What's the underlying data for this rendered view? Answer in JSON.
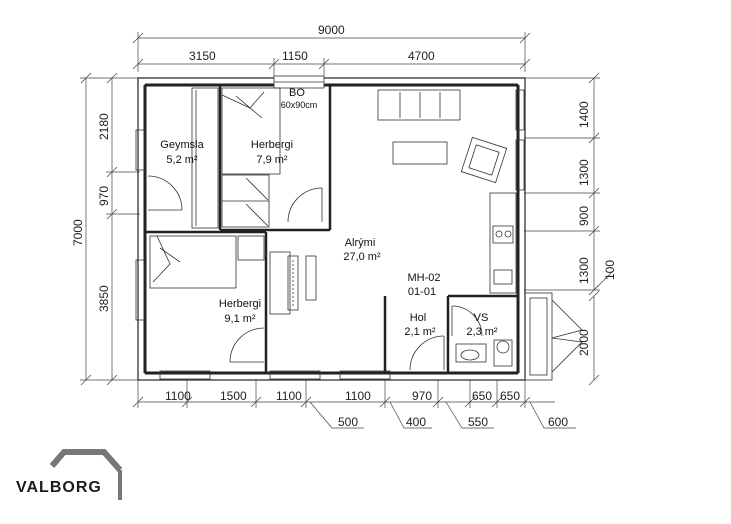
{
  "dimensions": {
    "top_total": "9000",
    "top_segments": [
      "3150",
      "1150",
      "4700"
    ],
    "left_total": "7000",
    "left_segments": [
      "2180",
      "970",
      "3850"
    ],
    "right_segments": [
      "1400",
      "1300",
      "900",
      "1300"
    ],
    "right_extra": [
      "100",
      "2000"
    ],
    "bottom_segments": [
      "1100",
      "1500",
      "1100",
      "1100",
      "970",
      "650",
      "650"
    ],
    "bottom_openings": [
      "500",
      "400",
      "550",
      "600"
    ]
  },
  "rooms": {
    "geymsla": {
      "name": "Geymsla",
      "area": "5,2 m²"
    },
    "herbergi_top": {
      "name": "Herbergi",
      "area": "7,9 m²"
    },
    "bo": {
      "name": "BO",
      "size": "60x90cm"
    },
    "alrymi": {
      "name": "Alrými",
      "area": "27,0 m²"
    },
    "herbergi_bottom": {
      "name": "Herbergi",
      "area": "9,1 m²"
    },
    "hol": {
      "name": "Hol",
      "area": "2,1 m²"
    },
    "vs": {
      "name": "VS",
      "area": "2,3 m²"
    }
  },
  "model": {
    "code": "MH-02",
    "variant": "01-01"
  },
  "brand": {
    "name": "VALBORG"
  }
}
